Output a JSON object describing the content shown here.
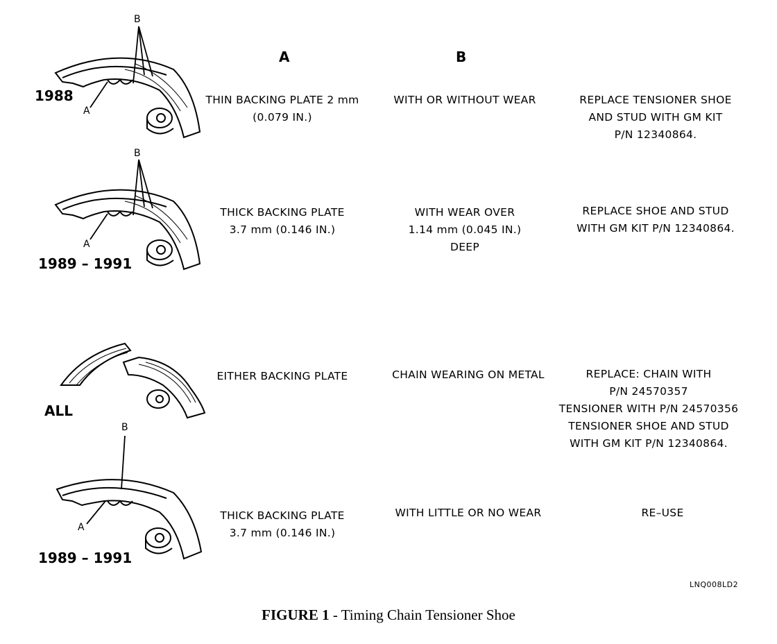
{
  "headers": {
    "col_a": "A",
    "col_b": "B"
  },
  "rows": [
    {
      "year": "1988",
      "plate": "THIN BACKING PLATE 2 mm\n(0.079 IN.)",
      "wear": "WITH OR WITHOUT WEAR",
      "action": "REPLACE TENSIONER SHOE\nAND STUD WITH GM KIT\nP/N 12340864."
    },
    {
      "year": "1989 – 1991",
      "plate": "THICK BACKING PLATE\n3.7 mm (0.146 IN.)",
      "wear": "WITH WEAR OVER\n1.14 mm (0.045 IN.)\nDEEP",
      "action": "REPLACE SHOE AND STUD\nWITH GM KIT P/N 12340864."
    },
    {
      "year": "ALL",
      "plate": "EITHER BACKING PLATE",
      "wear": "CHAIN WEARING ON METAL",
      "action": "REPLACE: CHAIN WITH\nP/N 24570357\nTENSIONER WITH P/N 24570356\nTENSIONER SHOE AND STUD\nWITH GM KIT P/N 12340864."
    },
    {
      "year": "1989 – 1991",
      "plate": "THICK BACKING PLATE\n3.7 mm (0.146 IN.)",
      "wear": "WITH LITTLE OR NO WEAR",
      "action": "RE–USE"
    }
  ],
  "callouts": {
    "a": "A",
    "b": "B"
  },
  "figure_code": "LNQ008LD2",
  "caption": {
    "label": "FIGURE 1",
    "text": " - Timing Chain Tensioner Shoe"
  }
}
